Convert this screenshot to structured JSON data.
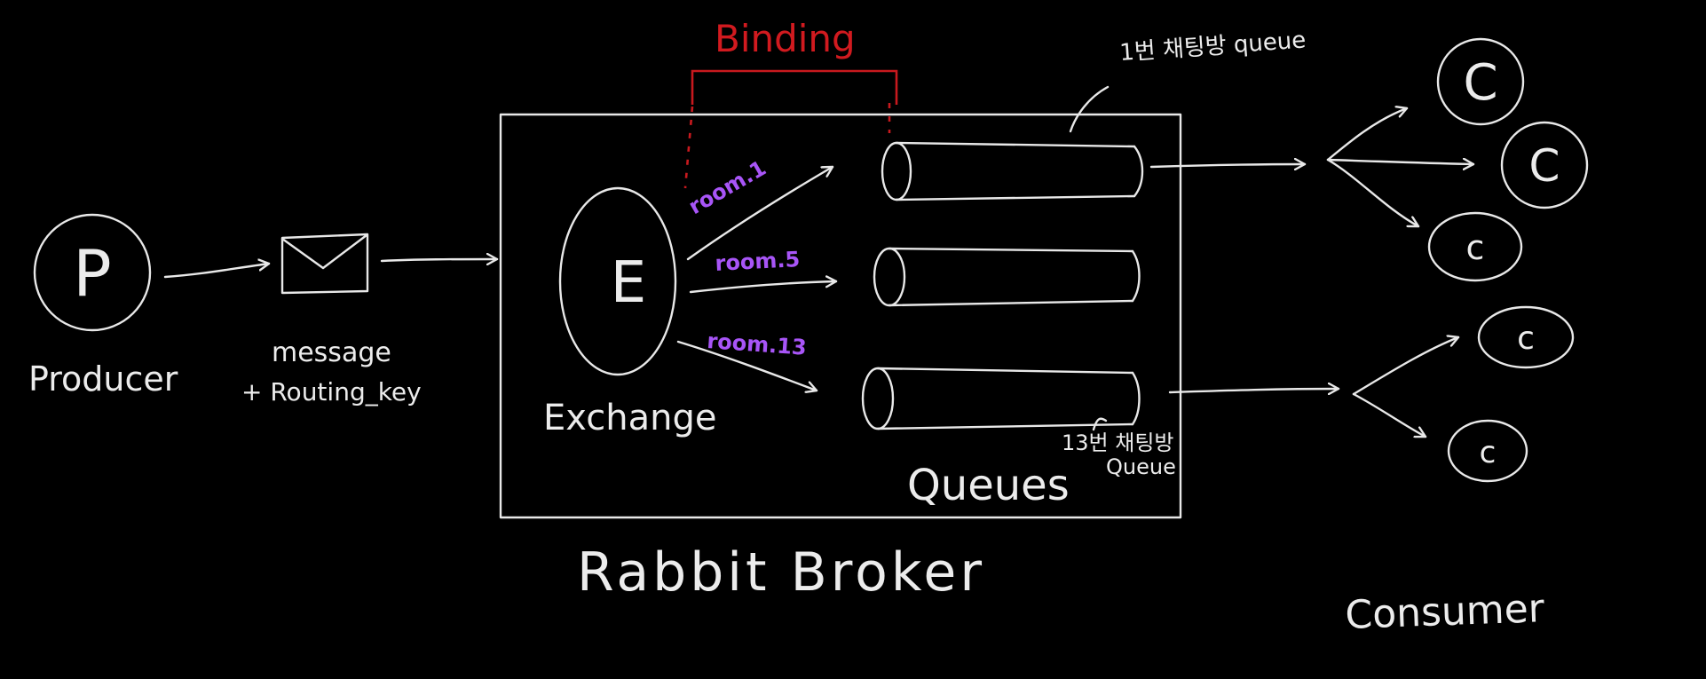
{
  "producer": {
    "symbol": "P",
    "label": "Producer"
  },
  "message": {
    "line1": "message",
    "line2": "+ Routing_key"
  },
  "exchange": {
    "symbol": "E",
    "label": "Exchange"
  },
  "binding": {
    "label": "Binding"
  },
  "routes": [
    "room.1",
    "room.5",
    "room.13"
  ],
  "queues": {
    "label": "Queues",
    "note_top": "1번 채팅방 queue",
    "note_bottom_line1": "13번 채팅방",
    "note_bottom_line2": "Queue"
  },
  "broker": {
    "label": "Rabbit Broker"
  },
  "consumers": {
    "symbols": [
      "C",
      "C",
      "c",
      "c",
      "c"
    ],
    "label": "Consumer"
  },
  "colors": {
    "background": "#000000",
    "stroke": "#e8e8e8",
    "binding": "#c8191e",
    "routing_key": "#a855f7"
  }
}
